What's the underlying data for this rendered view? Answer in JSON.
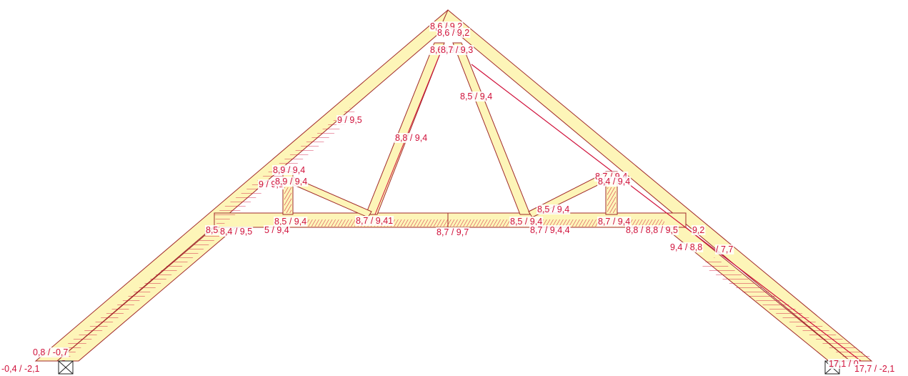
{
  "colors": {
    "member_fill": "#fdf5b8",
    "member_stroke": "#a12a2a",
    "label": "#d0103a",
    "hatch": "#d0103a",
    "support": "#222222"
  },
  "labels": {
    "apex_a": "8,6 / 9,2",
    "apex_b": "8,6 / 9,2",
    "apex_c": "8,6 / 9,3",
    "apex_d": "8,7 / 9,3",
    "right_web_upper": "8,5 / 9,4",
    "left_top_chord": "9 / 9,5",
    "left_web": "8,8 / 9,4",
    "left_node_a": "8,9 / 9,4",
    "left_node_b": "8,9 / 9,4",
    "left_node_c": "9 / 9,5",
    "right_node_a": "8,7 / 9,4",
    "right_node_b": "8,4 / 9,4",
    "right_web_lower": "8,5 / 9,4",
    "bc_left": "8,5 / 9,4",
    "bc_mid_left": "8,7 / 9,41",
    "bc_center": "8,7 / 9,7",
    "bc_mid_right": "8,5 / 9,4",
    "bc_mid_right_b": "8,7 / 9,4,4",
    "bc_right": "8,7 / 9,4",
    "heel_left_a": "8,5",
    "heel_left_b": "8,4 / 9,5",
    "heel_left_c": "5 / 9,4",
    "heel_right_a": "8,8 / 8,8 / 9,5",
    "heel_right_b": "9,2",
    "heel_right_c": "9,4 / 8,8",
    "heel_right_d": "/ 7,7",
    "left_support_a": "0,8 / -0,7",
    "left_support_b": "-0,4 / -2,1",
    "right_support_a": "17,1 / 0",
    "right_support_b": "17,7 / -2,1"
  }
}
